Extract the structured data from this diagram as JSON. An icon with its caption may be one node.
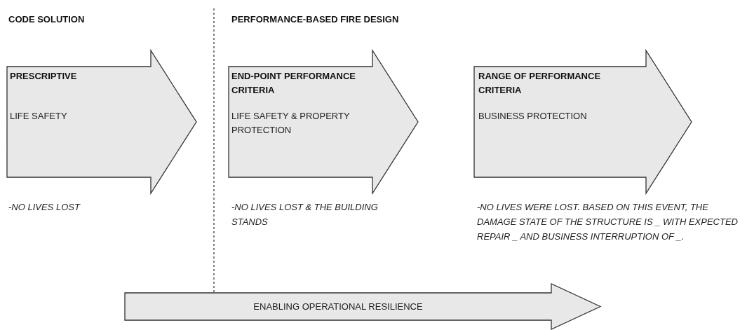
{
  "diagram": {
    "nodes": [
      {
        "text": [
          "PRESCRIPTIVE",
          "LIFE SAFETY"
        ],
        "beside": [
          "-NO LIVES LOST"
        ]
      },
      {
        "text": [
          "END-POINT PERFORMANCE CRITERIA",
          "LIFE SAFETY & PROPERTY PROTECTION"
        ],
        "beside": [
          "-NO LIVES LOST & THE BUILDING STANDS"
        ]
      },
      {
        "text": [
          "RANGE OF PERFORMANCE CRITERIA",
          "BUSINESS PROTECTION"
        ],
        "beside": [
          "-NO LIVES WERE LOST. BASED ON THIS EVENT, THE DAMAGE STATE OF THE STRUCTURE IS _ WITH EXPECTED REPAIR _ AND BUSINESS INTERRUPTION OF _."
        ]
      },
      {
        "text": [
          "ENABLING OPERATIONAL RESILIENCE"
        ]
      }
    ],
    "labels": [
      "CODE SOLUTION",
      "PERFORMANCE-BASED FIRE DESIGN"
    ]
  }
}
